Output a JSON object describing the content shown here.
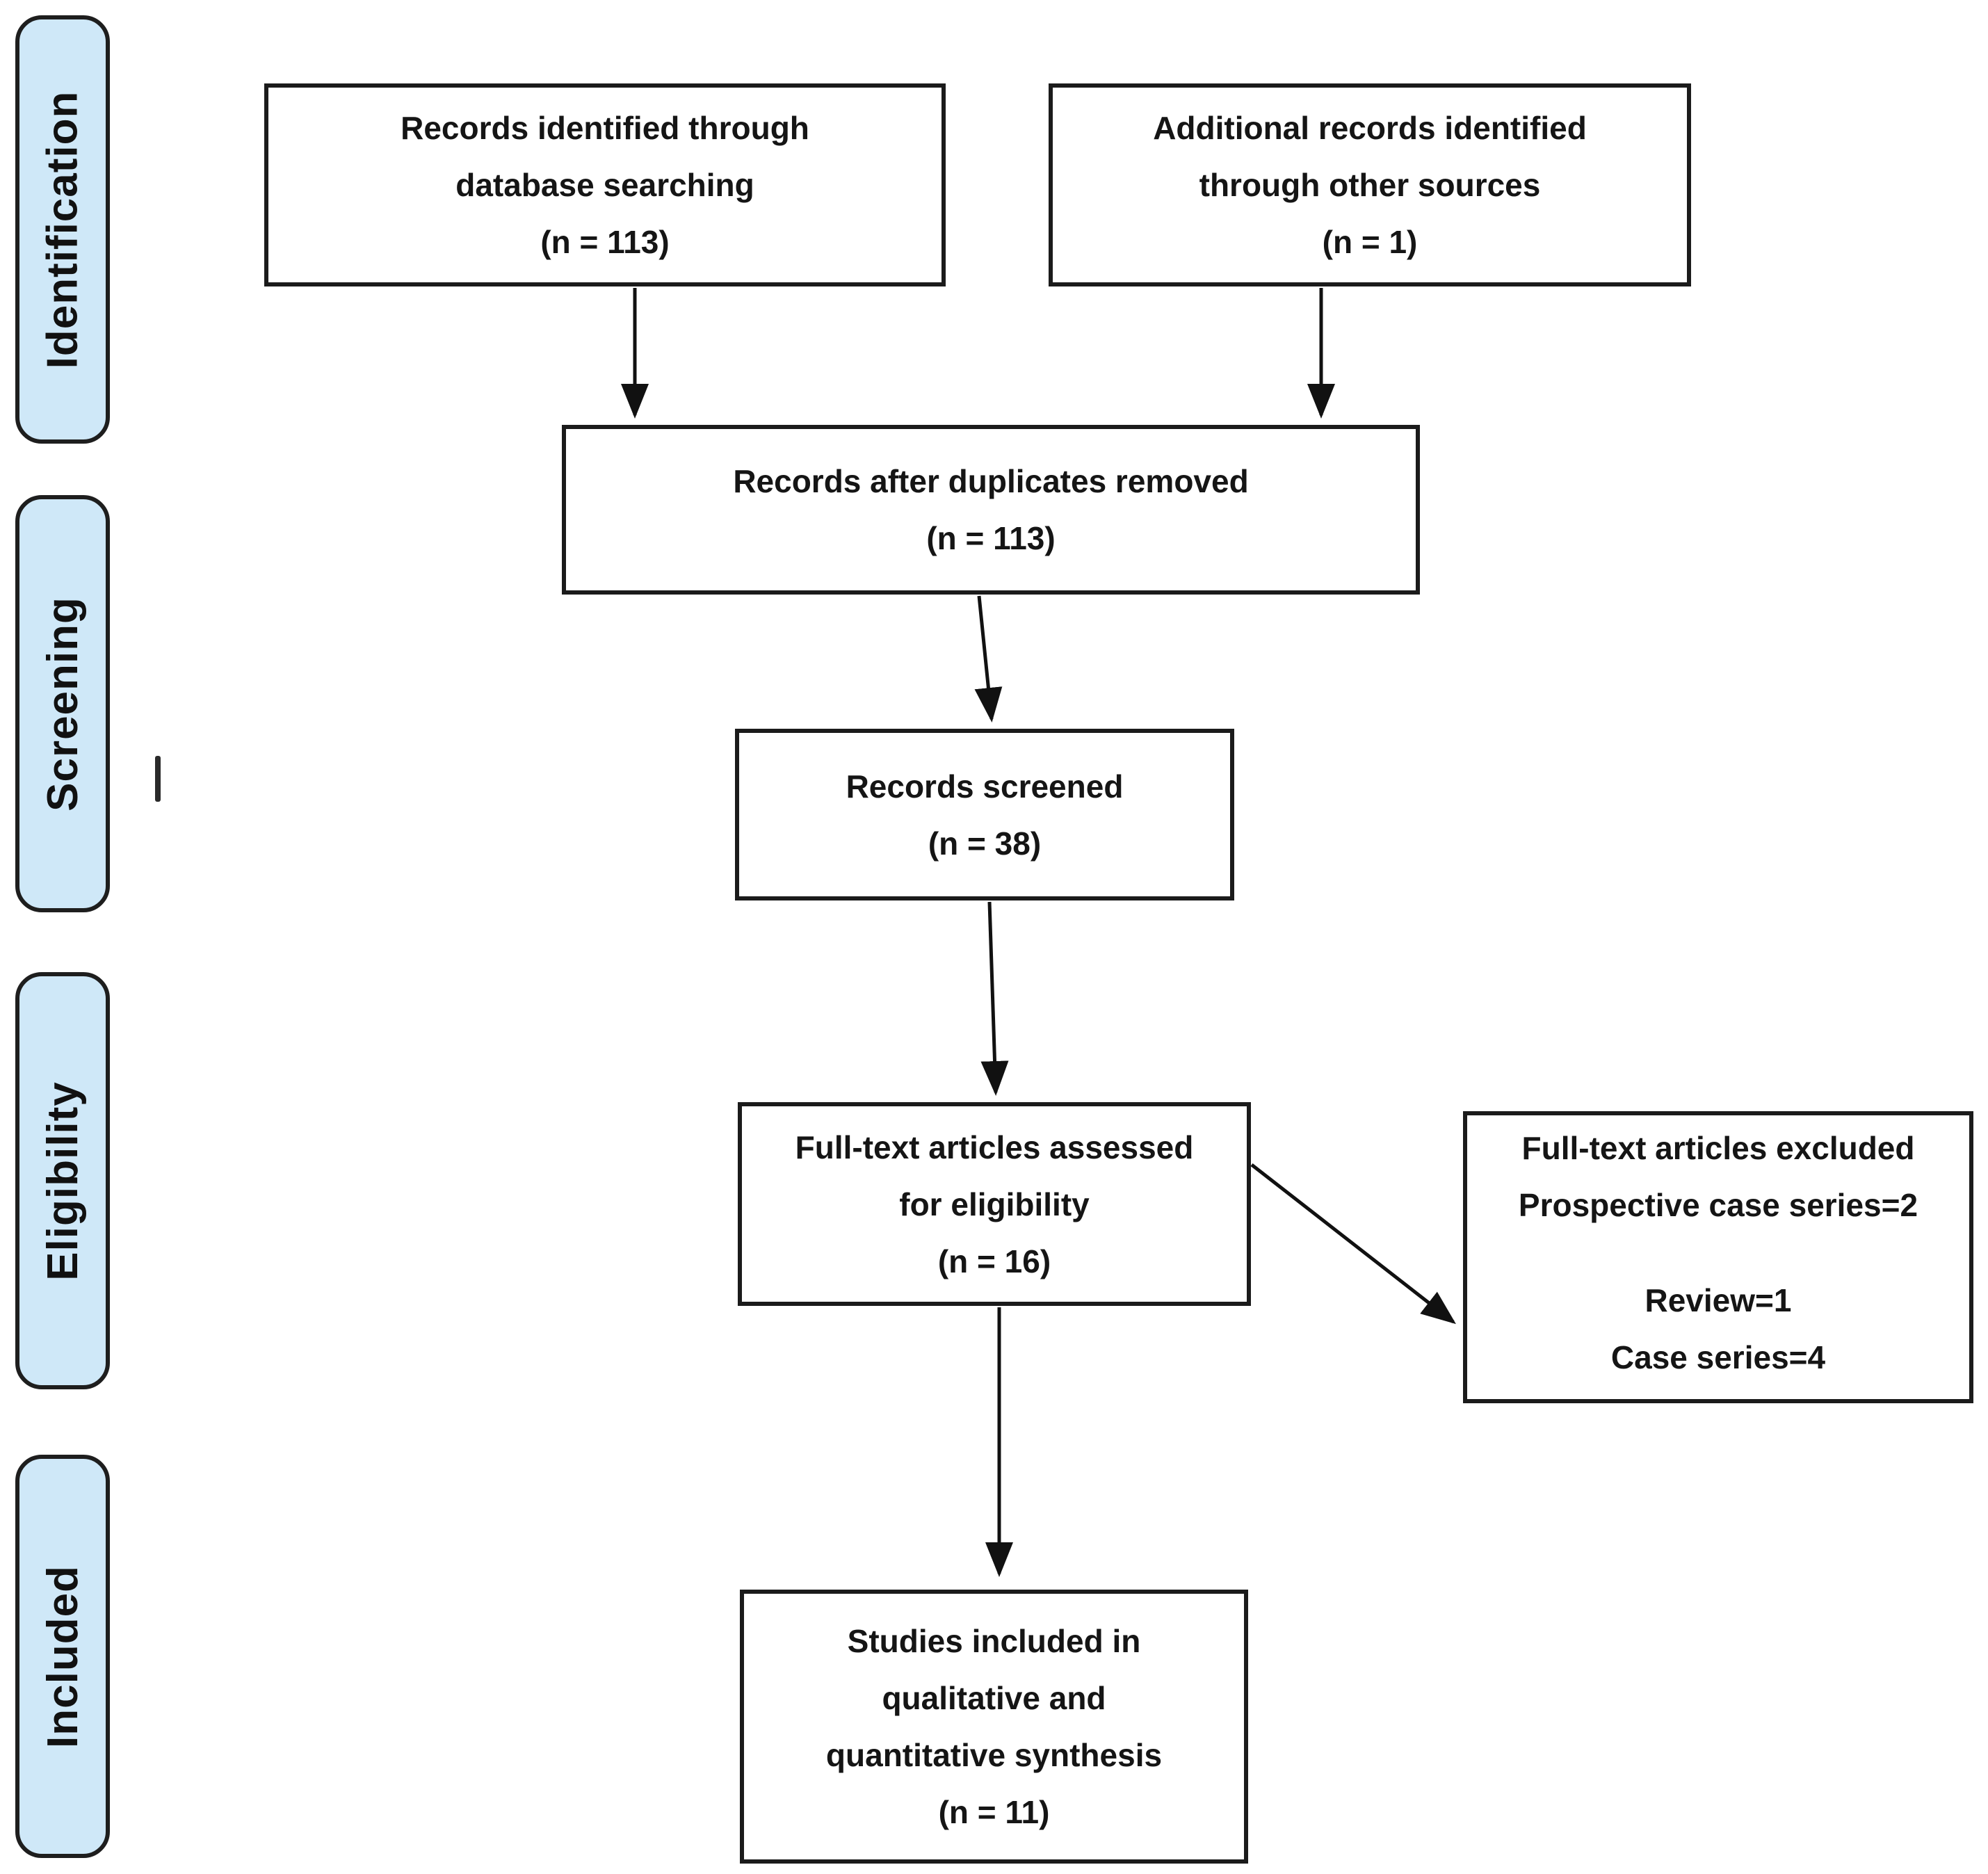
{
  "diagram": {
    "stages": [
      {
        "label": "Identification"
      },
      {
        "label": "Screening"
      },
      {
        "label": "Eligibility"
      },
      {
        "label": "Included"
      }
    ],
    "boxes": {
      "records_identified": {
        "lines": [
          "Records identified through",
          "database searching",
          "(n = 113)"
        ]
      },
      "additional_records": {
        "lines": [
          "Additional records identified",
          "through other sources",
          "(n = 1)"
        ]
      },
      "duplicates_removed": {
        "lines": [
          "Records after duplicates removed",
          "(n = 113)"
        ]
      },
      "records_screened": {
        "lines": [
          "Records screened",
          "(n = 38)"
        ]
      },
      "fulltext_assessed": {
        "lines": [
          "Full-text articles assessed",
          "for eligibility",
          "(n = 16)"
        ]
      },
      "fulltext_excluded": {
        "lines": [
          "Full-text articles excluded",
          "Prospective case series=2",
          "Review=1",
          "Case series=4"
        ]
      },
      "studies_included": {
        "lines": [
          "Studies included in",
          "qualitative and",
          "quantitative synthesis",
          "(n = 11)"
        ]
      }
    },
    "colors": {
      "stage_fill": "#cfe8f8",
      "stage_border": "#1e1e1e",
      "box_fill": "#ffffff",
      "box_border": "#1b1b1b",
      "text": "#151515",
      "arrow": "#111111",
      "background": "#ffffff"
    }
  }
}
